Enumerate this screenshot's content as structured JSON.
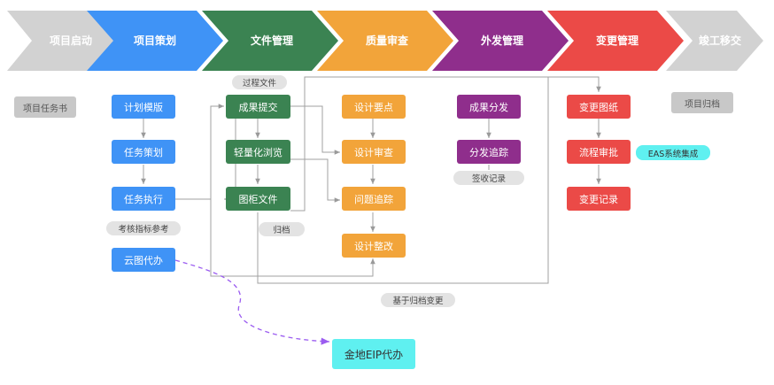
{
  "colors": {
    "gray": "#d2d2d2",
    "blue": "#3f93f6",
    "green": "#3b8352",
    "orange": "#f2a43a",
    "purple": "#8f2e8c",
    "red": "#eb4a47",
    "cyan": "#5ff0f0",
    "dashed_arrow": "#9b5cf0"
  },
  "phases": [
    {
      "label": "项目启动",
      "color": "gray"
    },
    {
      "label": "项目策划",
      "color": "blue"
    },
    {
      "label": "文件管理",
      "color": "green"
    },
    {
      "label": "质量审查",
      "color": "orange"
    },
    {
      "label": "外发管理",
      "color": "purple"
    },
    {
      "label": "变更管理",
      "color": "red"
    },
    {
      "label": "竣工移交",
      "color": "gray"
    }
  ],
  "start": {
    "task_book": "项目任务书"
  },
  "planning": {
    "plan_template": "计划模版",
    "task_planning": "任务策划",
    "task_execution": "任务执行",
    "kpi_reference": "考核指标参考",
    "cloud_todo": "云图代办"
  },
  "files": {
    "process_files": "过程文件",
    "result_submit": "成果提交",
    "light_browse": "轻量化浏览",
    "drawing_files": "图柜文件",
    "archive": "归档"
  },
  "quality": {
    "design_points": "设计要点",
    "design_review": "设计审查",
    "issue_tracking": "问题追踪",
    "design_rectify": "设计整改"
  },
  "outgoing": {
    "result_distribute": "成果分发",
    "distribute_tracking": "分发追踪",
    "receipt_record": "签收记录"
  },
  "change": {
    "change_drawing": "变更图纸",
    "flow_approval": "流程审批",
    "change_record": "变更记录",
    "eas_integration": "EAS系统集成"
  },
  "handover": {
    "project_archive": "项目归档"
  },
  "archive_based_change": "基于归档变更",
  "jindi_eip_todo": "金地EIP代办"
}
